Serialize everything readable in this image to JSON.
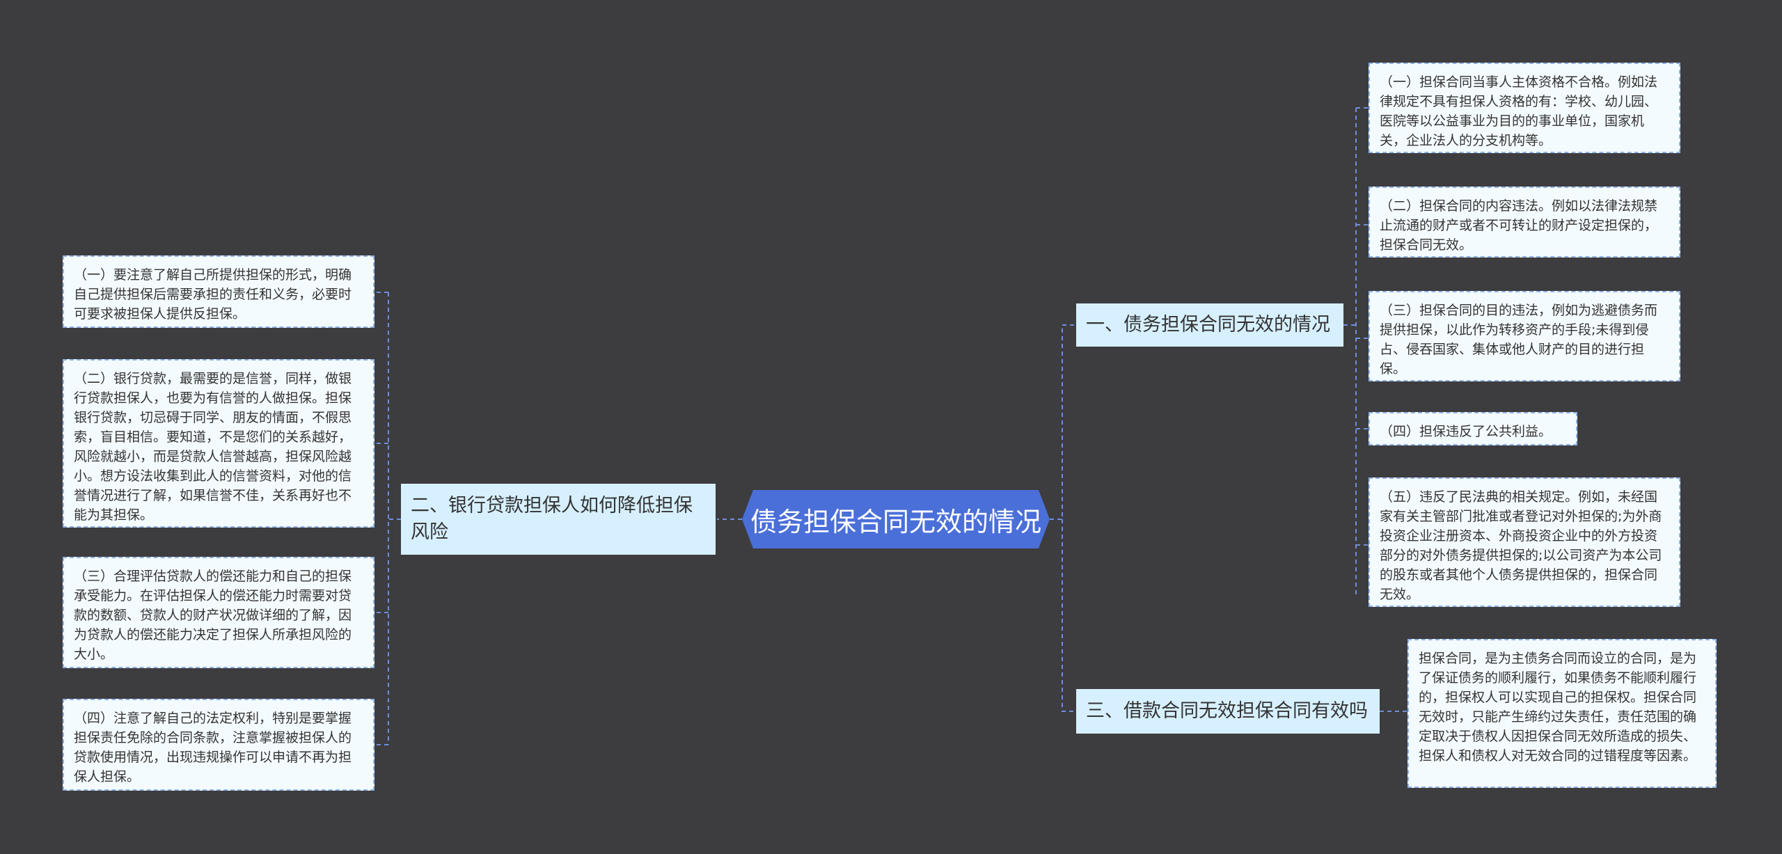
{
  "root": "债务担保合同无效的情况",
  "branches": {
    "b1": {
      "label": "一、债务担保合同无效的情况",
      "items": [
        "（一）担保合同当事人主体资格不合格。例如法律规定不具有担保人资格的有：学校、幼儿园、医院等以公益事业为目的的事业单位，国家机关，企业法人的分支机构等。",
        "（二）担保合同的内容违法。例如以法律法规禁止流通的财产或者不可转让的财产设定担保的，担保合同无效。",
        "（三）担保合同的目的违法，例如为逃避债务而提供担保，以此作为转移资产的手段;未得到侵占、侵吞国家、集体或他人财产的目的进行担保。",
        "（四）担保违反了公共利益。",
        "（五）违反了民法典的相关规定。例如，未经国家有关主管部门批准或者登记对外担保的;为外商投资企业注册资本、外商投资企业中的外方投资部分的对外债务提供担保的;以公司资产为本公司的股东或者其他个人债务提供担保的，担保合同无效。"
      ]
    },
    "b2": {
      "label": "二、银行贷款担保人如何降低担保风险",
      "items": [
        "（一）要注意了解自己所提供担保的形式，明确自己提供担保后需要承担的责任和义务，必要时可要求被担保人提供反担保。",
        "（二）银行贷款，最需要的是信誉，同样，做银行贷款担保人，也要为有信誉的人做担保。担保银行贷款，切忌碍于同学、朋友的情面，不假思索，盲目相信。要知道，不是您们的关系越好，风险就越小，而是贷款人信誉越高，担保风险越小。想方设法收集到此人的信誉资料，对他的信誉情况进行了解，如果信誉不佳，关系再好也不能为其担保。",
        "（三）合理评估贷款人的偿还能力和自己的担保承受能力。在评估担保人的偿还能力时需要对贷款的数额、贷款人的财产状况做详细的了解，因为贷款人的偿还能力决定了担保人所承担风险的大小。",
        "（四）注意了解自己的法定权利，特别是要掌握担保责任免除的合同条款，注意掌握被担保人的贷款使用情况，出现违规操作可以申请不再为担保人担保。"
      ]
    },
    "b3": {
      "label": "三、借款合同无效担保合同有效吗",
      "items": [
        "担保合同，是为主债务合同而设立的合同，是为了保证债务的顺利履行，如果债务不能顺利履行的，担保权人可以实现自己的担保权。担保合同无效时，只能产生缔约过失责任，责任范围的确定取决于债权人因担保合同无效所造成的损失、担保人和债权人对无效合同的过错程度等因素。"
      ]
    }
  }
}
